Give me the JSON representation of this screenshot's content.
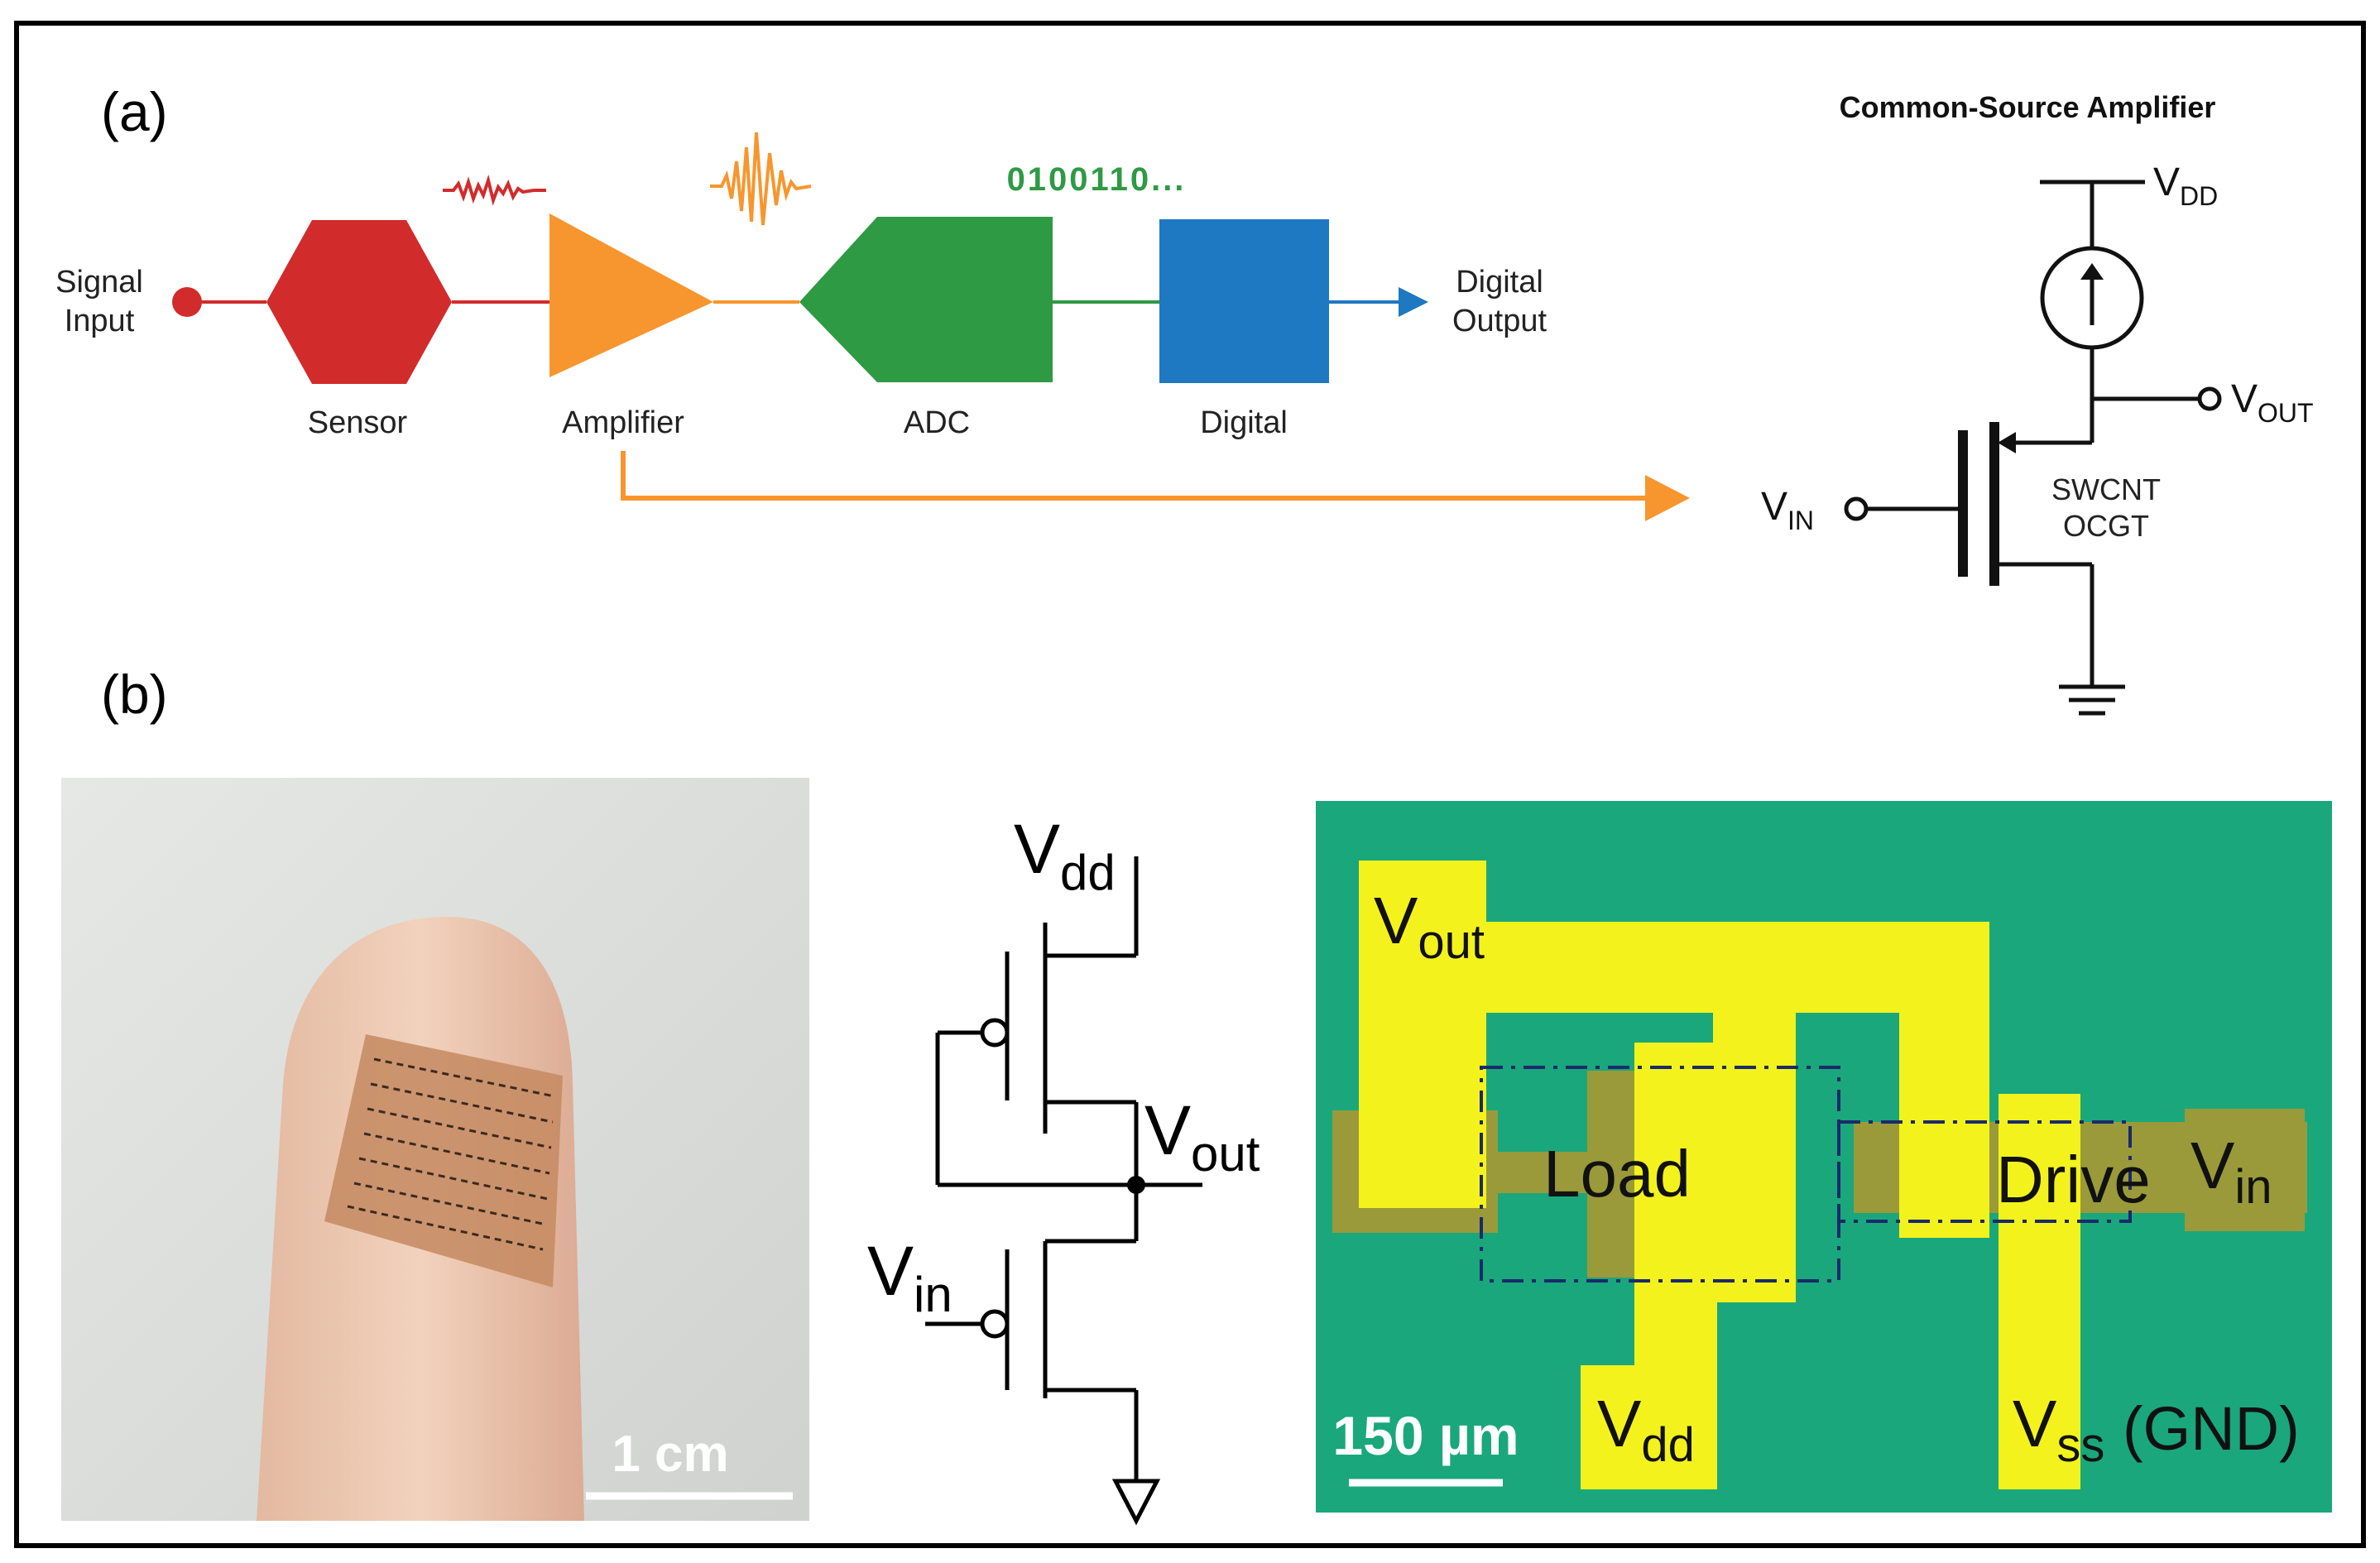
{
  "panel_a": {
    "label": "(a)",
    "signal_input": [
      "Signal",
      "Input"
    ],
    "digital_output": [
      "Digital",
      "Output"
    ],
    "blocks": {
      "sensor": "Sensor",
      "amplifier": "Amplifier",
      "adc": "ADC",
      "digital": "Digital"
    },
    "binary_text": "0100110...",
    "colors": {
      "sensor": "#d22b2b",
      "amplifier": "#f7962e",
      "adc": "#2e9a44",
      "digital": "#1e78c2"
    },
    "circuit": {
      "title": "Common-Source Amplifier",
      "vdd_main": "V",
      "vdd_sub": "DD",
      "vout_main": "V",
      "vout_sub": "OUT",
      "vin_main": "V",
      "vin_sub": "IN",
      "device_line1": "SWCNT",
      "device_line2": "OCGT"
    }
  },
  "panel_b": {
    "label": "(b)",
    "photo": {
      "scale_bar": "1 cm"
    },
    "schematic": {
      "vdd_main": "V",
      "vdd_sub": "dd",
      "vout_main": "V",
      "vout_sub": "out",
      "vin_main": "V",
      "vin_sub": "in"
    },
    "micrograph": {
      "vout_main": "V",
      "vout_sub": "out",
      "load": "Load",
      "drive": "Drive",
      "vin_main": "V",
      "vin_sub": "in",
      "vdd_main": "V",
      "vdd_sub": "dd",
      "vss_main": "V",
      "vss_sub": "ss",
      "gnd": "(GND)",
      "scale_bar": "150 µm",
      "colors": {
        "background": "#1aa77c",
        "electrode": "#f4f21c",
        "channel": "#9a9a3a"
      }
    }
  }
}
